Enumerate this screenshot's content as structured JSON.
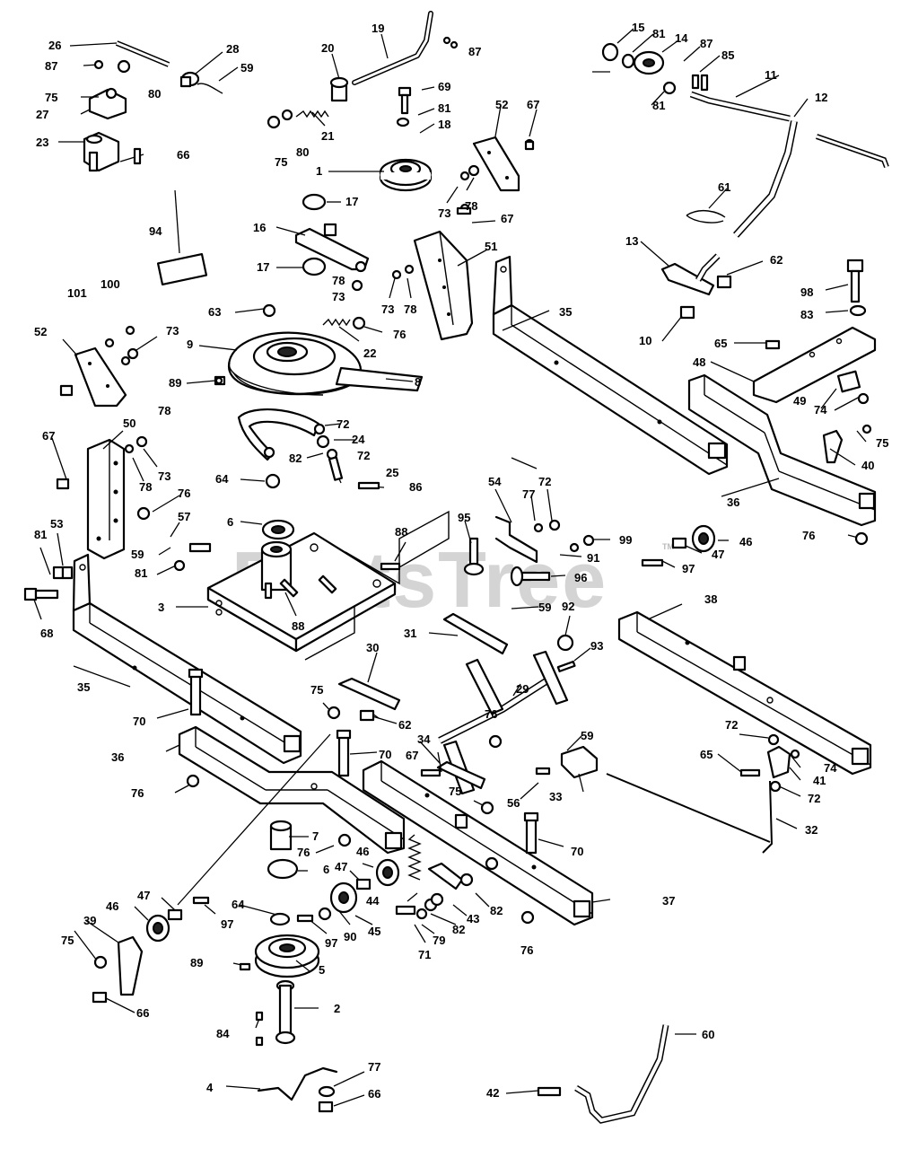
{
  "watermark": "PartsTree",
  "trademark": "TM",
  "callouts": {
    "c1": "1",
    "c2": "2",
    "c3": "3",
    "c4": "4",
    "c5": "5",
    "c6a": "6",
    "c6b": "6",
    "c7": "7",
    "c8": "8",
    "c9": "9",
    "c10": "10",
    "c11": "11",
    "c12": "12",
    "c13": "13",
    "c14": "14",
    "c15": "15",
    "c16": "16",
    "c17a": "17",
    "c17b": "17",
    "c18": "18",
    "c19": "19",
    "c20": "20",
    "c21": "21",
    "c22": "22",
    "c23": "23",
    "c24": "24",
    "c25": "25",
    "c26": "26",
    "c27": "27",
    "c28": "28",
    "c29": "29",
    "c30": "30",
    "c31": "31",
    "c32": "32",
    "c33": "33",
    "c34": "34",
    "c35a": "35",
    "c35b": "35",
    "c36a": "36",
    "c36b": "36",
    "c37": "37",
    "c38": "38",
    "c39": "39",
    "c40": "40",
    "c41": "41",
    "c42": "42",
    "c43": "43",
    "c44": "44",
    "c45": "45",
    "c46a": "46",
    "c46b": "46",
    "c46c": "46",
    "c47a": "47",
    "c47b": "47",
    "c47c": "47",
    "c48": "48",
    "c49": "49",
    "c50": "50",
    "c51": "51",
    "c52a": "52",
    "c52b": "52",
    "c53": "53",
    "c54": "54",
    "c56": "56",
    "c57": "57",
    "c59a": "59",
    "c59b": "59",
    "c59c": "59",
    "c59d": "59",
    "c60": "60",
    "c61": "61",
    "c62a": "62",
    "c62b": "62",
    "c63": "63",
    "c64a": "64",
    "c64b": "64",
    "c65a": "65",
    "c65b": "65",
    "c66a": "66",
    "c66b": "66",
    "c66c": "66",
    "c67a": "67",
    "c67b": "67",
    "c67c": "67",
    "c67d": "67",
    "c68": "68",
    "c69": "69",
    "c70a": "70",
    "c70b": "70",
    "c70c": "70",
    "c71": "71",
    "c72a": "72",
    "c72b": "72",
    "c72c": "72",
    "c72d": "72",
    "c72e": "72",
    "c73a": "73",
    "c73b": "73",
    "c73c": "73",
    "c73d": "73",
    "c73e": "73",
    "c74a": "74",
    "c74b": "74",
    "c75a": "75",
    "c75b": "75",
    "c75c": "75",
    "c75d": "75",
    "c75e": "75",
    "c75f": "75",
    "c76a": "76",
    "c76b": "76",
    "c76c": "76",
    "c76d": "76",
    "c76e": "76",
    "c76f": "76",
    "c76g": "76",
    "c77a": "77",
    "c77b": "77",
    "c78a": "78",
    "c78b": "78",
    "c78c": "78",
    "c78d": "78",
    "c79": "79",
    "c80a": "80",
    "c80b": "80",
    "c81a": "81",
    "c81b": "81",
    "c81c": "81",
    "c81d": "81",
    "c81e": "81",
    "c82a": "82",
    "c82b": "82",
    "c82c": "82",
    "c83": "83",
    "c84": "84",
    "c85": "85",
    "c86": "86",
    "c87a": "87",
    "c87b": "87",
    "c87c": "87",
    "c88a": "88",
    "c88b": "88",
    "c89a": "89",
    "c89b": "89",
    "c90": "90",
    "c91": "91",
    "c92": "92",
    "c93": "93",
    "c94": "94",
    "c95": "95",
    "c96": "96",
    "c97a": "97",
    "c97b": "97",
    "c97c": "97",
    "c98": "98",
    "c99": "99",
    "c100": "100",
    "c101": "101"
  }
}
